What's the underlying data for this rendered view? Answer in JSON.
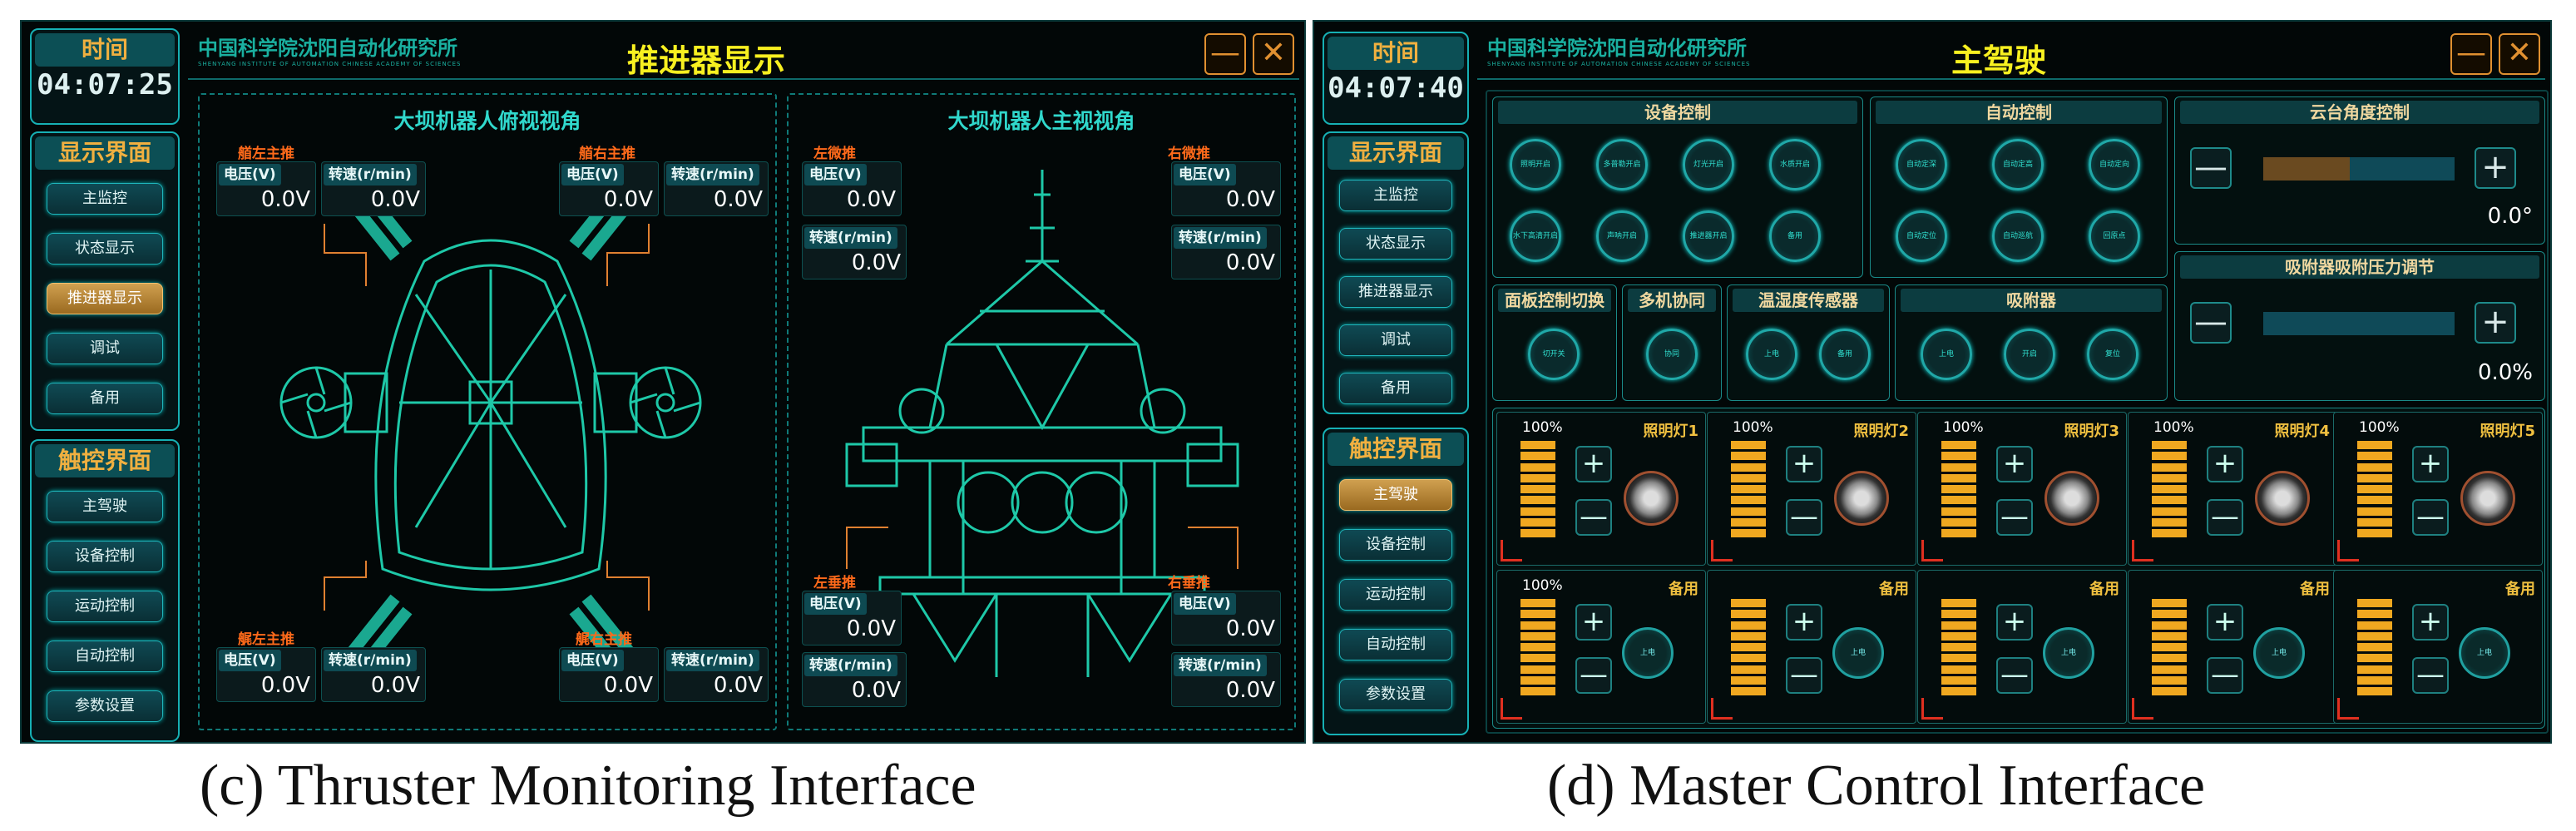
{
  "panel_c": {
    "time_label": "时间",
    "clock": "04:07:25",
    "display_header": "显示界面",
    "display_items": [
      "主监控",
      "状态显示",
      "推进器显示",
      "调试",
      "备用"
    ],
    "touch_header": "触控界面",
    "touch_items": [
      "主驾驶",
      "设备控制",
      "运动控制",
      "自动控制",
      "参数设置"
    ],
    "logo_text": "中国科学院沈阳自动化研究所",
    "logo_sub": "SHENYANG INSTITUTE OF AUTOMATION CHINESE ACADEMY OF SCIENCES",
    "title": "推进器显示",
    "minimize": "—",
    "close": "✕",
    "left_view": {
      "title": "大坝机器人俯视视角",
      "thrusters": [
        {
          "name": "艏左主推",
          "voltage_label": "电压(V)",
          "voltage": "0.0V",
          "speed_label": "转速(r/min)",
          "speed": "0.0V"
        },
        {
          "name": "艏右主推",
          "voltage_label": "电压(V)",
          "voltage": "0.0V",
          "speed_label": "转速(r/min)",
          "speed": "0.0V"
        },
        {
          "name": "艉左主推",
          "voltage_label": "电压(V)",
          "voltage": "0.0V",
          "speed_label": "转速(r/min)",
          "speed": "0.0V"
        },
        {
          "name": "艉右主推",
          "voltage_label": "电压(V)",
          "voltage": "0.0V",
          "speed_label": "转速(r/min)",
          "speed": "0.0V"
        }
      ]
    },
    "right_view": {
      "title": "大坝机器人主视视角",
      "thrusters": [
        {
          "name": "左微推",
          "voltage_label": "电压(V)",
          "voltage": "0.0V",
          "speed_label": "转速(r/min)",
          "speed": "0.0V"
        },
        {
          "name": "右微推",
          "voltage_label": "电压(V)",
          "voltage": "0.0V",
          "speed_label": "转速(r/min)",
          "speed": "0.0V"
        },
        {
          "name": "左垂推",
          "voltage_label": "电压(V)",
          "voltage": "0.0V",
          "speed_label": "转速(r/min)",
          "speed": "0.0V"
        },
        {
          "name": "右垂推",
          "voltage_label": "电压(V)",
          "voltage": "0.0V",
          "speed_label": "转速(r/min)",
          "speed": "0.0V"
        }
      ]
    },
    "caption": "(c) Thruster Monitoring Interface"
  },
  "panel_d": {
    "time_label": "时间",
    "clock": "04:07:40",
    "display_header": "显示界面",
    "display_items": [
      "主监控",
      "状态显示",
      "推进器显示",
      "调试",
      "备用"
    ],
    "touch_header": "触控界面",
    "touch_items": [
      "主驾驶",
      "设备控制",
      "运动控制",
      "自动控制",
      "参数设置"
    ],
    "logo_text": "中国科学院沈阳自动化研究所",
    "logo_sub": "SHENYANG INSTITUTE OF AUTOMATION CHINESE ACADEMY OF SCIENCES",
    "title": "主驾驶",
    "minimize": "—",
    "close": "✕",
    "device_control": {
      "title": "设备控制",
      "buttons": [
        "照明开启",
        "多普勒开启",
        "灯光开启",
        "水质开启",
        "水下高清开启",
        "声呐开启",
        "推进器开启",
        "备用"
      ]
    },
    "auto_control": {
      "title": "自动控制",
      "buttons": [
        "自动定深",
        "自动定高",
        "自动定向",
        "自动定位",
        "自动巡航",
        "回原点"
      ]
    },
    "gimbal": {
      "title": "云台角度控制",
      "minus": "—",
      "plus": "+",
      "value": "0.0°",
      "level": 0.45
    },
    "suction_pressure": {
      "title": "吸附器吸附压力调节",
      "minus": "—",
      "plus": "+",
      "value": "0.0%",
      "level": 0.0
    },
    "panel_switch": {
      "title": "面板控制切换",
      "buttons": [
        "切开关"
      ]
    },
    "multi_machine": {
      "title": "多机协同",
      "buttons": [
        "协同"
      ]
    },
    "temp_humidity": {
      "title": "温湿度传感器",
      "buttons": [
        "上电",
        "备用"
      ]
    },
    "adsorber": {
      "title": "吸附器",
      "buttons": [
        "上电",
        "开启",
        "复位"
      ]
    },
    "lamps": [
      {
        "name": "照明灯1",
        "percent": "100%"
      },
      {
        "name": "照明灯2",
        "percent": "100%"
      },
      {
        "name": "照明灯3",
        "percent": "100%"
      },
      {
        "name": "照明灯4",
        "percent": "100%"
      },
      {
        "name": "照明灯5",
        "percent": "100%"
      }
    ],
    "spares": [
      {
        "name": "备用",
        "percent": "100%",
        "button": "上电"
      },
      {
        "name": "备用",
        "percent": "",
        "button": "上电"
      },
      {
        "name": "备用",
        "percent": "",
        "button": "上电"
      },
      {
        "name": "备用",
        "percent": "",
        "button": "上电"
      },
      {
        "name": "备用",
        "percent": "",
        "button": "上电"
      }
    ],
    "plus": "+",
    "minus": "—",
    "caption": "(d) Master Control Interface"
  },
  "colors": {
    "accent": "#16b0b4",
    "title_yellow": "#f8f020",
    "label_orange": "#ff6a1a",
    "active_nav": "#d0a050"
  }
}
